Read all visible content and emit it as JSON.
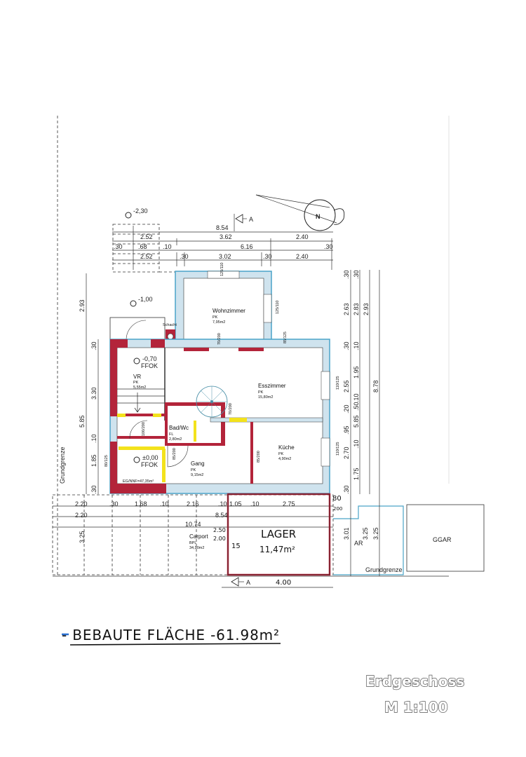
{
  "plan": {
    "title": "Erdgeschoss",
    "scale": "M 1:100",
    "north_label": "N",
    "section_label": "A",
    "property_line_label": "Grundgrenze",
    "built_area_note": "- BEBAUTE FLÄCHE -61.98m²",
    "levels": {
      "stair_top": "-2,30",
      "entrance_upper": "-1,00",
      "vr": "-0,70",
      "vr_sub": "FFOK",
      "entry": "±0,00",
      "entry_sub": "FFOK"
    },
    "chimney_label": "Schacht",
    "net_area_note": "EG/NNF=47,35m²",
    "rooms": [
      {
        "name": "Wohnzimmer",
        "floor": "PK",
        "area": "7,95m2"
      },
      {
        "name": "Esszimmer",
        "floor": "PK",
        "area": "15,80m2"
      },
      {
        "name": "VR",
        "floor": "PK",
        "area": "5,55m2"
      },
      {
        "name": "Bad/Wc",
        "floor": "FL",
        "area": "2,80m2"
      },
      {
        "name": "Gang",
        "floor": "PK",
        "area": "9,15m2"
      },
      {
        "name": "Küche",
        "floor": "PK",
        "area": "4,90m2"
      },
      {
        "name": "Carport",
        "floor": "BPL",
        "area": "34,90m2"
      },
      {
        "name": "LAGER",
        "area": "11,47m²"
      },
      {
        "name": "AR"
      },
      {
        "name": "GGAR"
      }
    ],
    "dimensions_top": [
      "8.54",
      "2.52",
      "3.62",
      "2.40",
      ".30",
      ".68",
      ".10",
      "6.16",
      ".30",
      "2.52",
      ".30",
      "3.02",
      ".30",
      "2.40"
    ],
    "dimensions_bottom": [
      "2.20",
      ".30",
      "1.68",
      ".10",
      "2.16",
      ".10",
      "1.05",
      ".10",
      "2.75",
      "2.20",
      "8.54",
      "10.74",
      "4.00",
      "2.50",
      "2.00",
      "15",
      "80",
      "200"
    ],
    "dimensions_left": [
      "2.93",
      ".30",
      "3.30",
      "5.85",
      ".10",
      "1.85",
      ".30",
      "3.25"
    ],
    "dimensions_right": [
      ".30",
      ".30",
      "2.63",
      "2.83",
      "2.93",
      ".30",
      ".10",
      "1.95",
      "2.55",
      ".20",
      ".50",
      ".10",
      "5.85",
      "8.78",
      ".95",
      ".10",
      "2.70",
      "1.75",
      ".30",
      "3.01",
      "3.25",
      "3.25"
    ],
    "openings": [
      "125/110",
      "70/200",
      "85/125",
      "110/125",
      "85/200",
      "70/200",
      "85/200",
      "80/125",
      "100/200"
    ],
    "colors": {
      "wall_new": "#b3243a",
      "wall_existing": "#4aa3c8",
      "highlight": "#f3e21c",
      "ink": "#222222"
    }
  }
}
